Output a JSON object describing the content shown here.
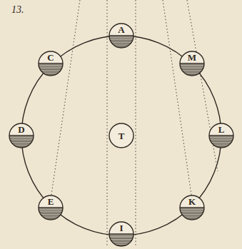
{
  "diagram": {
    "nodes": [
      {
        "text": [
          "A"
        ]
      },
      {
        "text": [
          "C"
        ]
      },
      {
        "text": [
          "M"
        ]
      },
      {
        "text": [
          "D"
        ]
      },
      {
        "text": [
          "T"
        ]
      },
      {
        "text": [
          "L"
        ]
      },
      {
        "text": [
          "E"
        ]
      },
      {
        "text": [
          "K"
        ]
      },
      {
        "text": [
          "I"
        ]
      }
    ],
    "labels": [
      "13."
    ]
  }
}
